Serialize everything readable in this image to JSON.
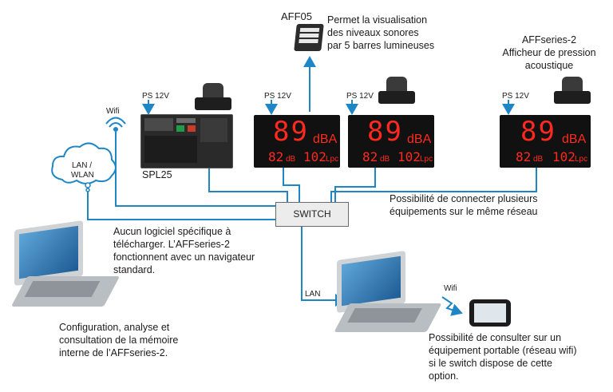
{
  "devices": {
    "aff05": {
      "name": "AFF05",
      "desc": [
        "Permet la visualisation",
        "des niveaux sonores",
        "par 5 barres lumineuses"
      ]
    },
    "affseries2": {
      "desc": [
        "AFFseries-2",
        "Afficheur de pression",
        "acoustique"
      ]
    },
    "spl25": {
      "name": "SPL25"
    },
    "switch": {
      "label": "SWITCH"
    },
    "cloud": {
      "line1": "LAN /",
      "line2": "WLAN"
    }
  },
  "labels": {
    "ps12v": "PS 12V",
    "wifi_left": "Wifi",
    "wifi_right": "Wifi",
    "lan": "LAN"
  },
  "displays": {
    "big_value": "89",
    "unit_big": "dBA",
    "small_value_1": "82",
    "small_unit_1": "dB",
    "small_value_2": "102",
    "small_unit_2": "Lpc"
  },
  "notes": {
    "multi": [
      "Possibilité de connecter plusieurs",
      "équipements sur le même réseau"
    ],
    "software": [
      "Aucun logiciel spécifique à",
      "télécharger. L’AFFseries-2",
      "fonctionnent avec un navigateur",
      "standard."
    ],
    "config": [
      "Configuration, analyse et",
      "consultation de la mémoire",
      "interne de l’AFFseries-2."
    ],
    "mobile": [
      "Possibilité de consulter sur un",
      "équipement portable (réseau wifi)",
      "si le switch dispose de cette",
      "option."
    ]
  },
  "colors": {
    "line": "#1f86c6",
    "display_bg": "#111111",
    "led": "#ff2a1f"
  }
}
